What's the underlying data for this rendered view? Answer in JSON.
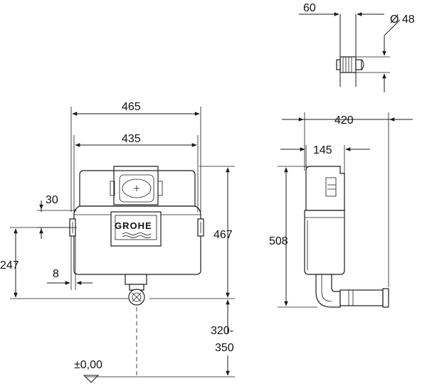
{
  "dimensions": {
    "top_60": "60",
    "top_d48": "Ø 48",
    "front_465": "465",
    "front_435": "435",
    "front_30": "30",
    "front_467": "467",
    "front_247": "247",
    "front_8": "8",
    "front_320_350_line1": "320-",
    "front_320_350_line2": "350",
    "front_floor": "±0,00",
    "side_420": "420",
    "side_145": "145",
    "side_508": "508"
  },
  "logo": {
    "text": "GROHE"
  },
  "colors": {
    "line": "#1a1a1a",
    "background": "#ffffff"
  }
}
